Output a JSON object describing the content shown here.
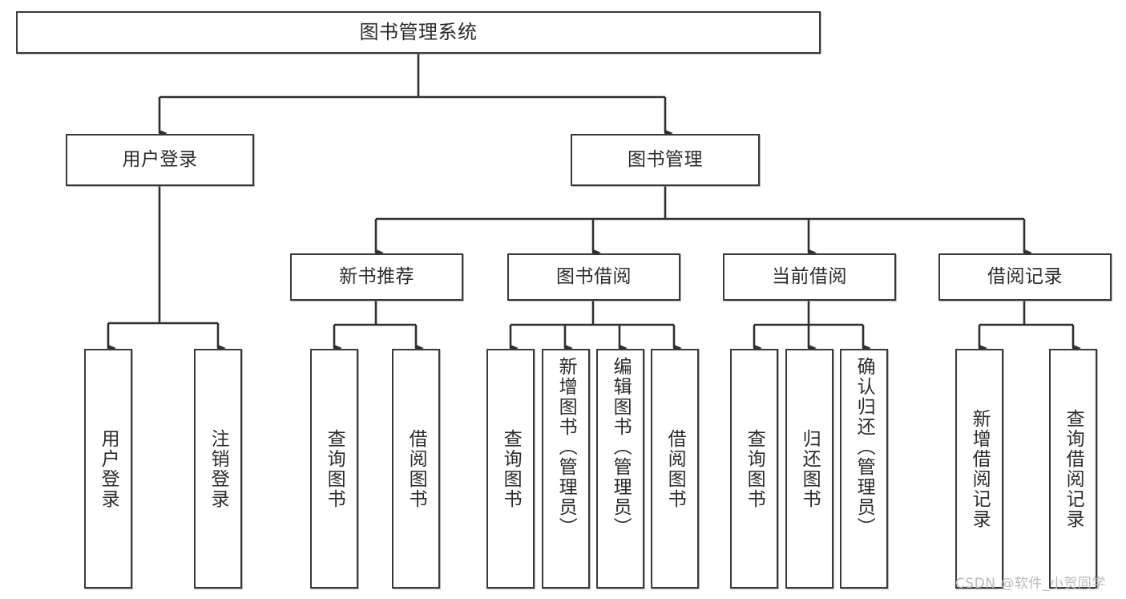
{
  "diagram": {
    "title": "图书管理系统",
    "type": "tree",
    "watermark": "CSDN @软件_小贺同学",
    "colors": {
      "node_border": "#3a3a3a",
      "node_fill": "#ffffff",
      "edge": "#2f2f2f",
      "text": "#2b2b2b",
      "watermark": "#b9b9b9",
      "background": "#ffffff"
    },
    "levels": {
      "root": {
        "label": "图书管理系统"
      },
      "level2": [
        {
          "label": "用户登录"
        },
        {
          "label": "图书管理"
        }
      ],
      "level3": [
        {
          "label": "新书推荐"
        },
        {
          "label": "图书借阅"
        },
        {
          "label": "当前借阅"
        },
        {
          "label": "借阅记录"
        }
      ],
      "leaves": {
        "user_login": [
          {
            "label": "用户登录"
          },
          {
            "label": "注销登录"
          }
        ],
        "new_book": [
          {
            "label": "查询图书"
          },
          {
            "label": "借阅图书"
          }
        ],
        "book_borrow": [
          {
            "label": "查询图书"
          },
          {
            "label": "新增图书（管理员）"
          },
          {
            "label": "编辑图书（管理员）"
          },
          {
            "label": "借阅图书"
          }
        ],
        "current_borrow": [
          {
            "label": "查询图书"
          },
          {
            "label": "归还图书"
          },
          {
            "label": "确认归还（管理员）"
          }
        ],
        "borrow_record": [
          {
            "label": "新增借阅记录"
          },
          {
            "label": "查询借阅记录"
          }
        ]
      }
    }
  }
}
